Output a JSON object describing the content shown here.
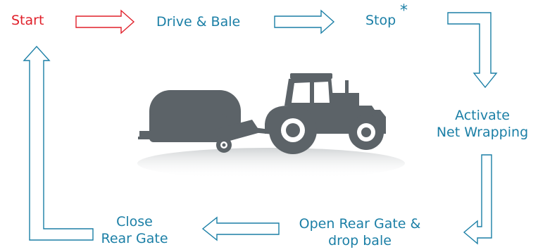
{
  "colors": {
    "accent": "#1b7fa6",
    "start": "#e0202a",
    "machine": "#5c6368"
  },
  "steps": {
    "start": "Start",
    "drive_bale": "Drive & Bale",
    "stop": "Stop",
    "stop_mark": "*",
    "activate_line1": "Activate",
    "activate_line2": "Net Wrapping",
    "open_line1": "Open Rear Gate &",
    "open_line2": "drop bale",
    "close_line1": "Close",
    "close_line2": "Rear Gate"
  },
  "icons": {
    "illustration": "tractor-with-round-baler-icon"
  }
}
